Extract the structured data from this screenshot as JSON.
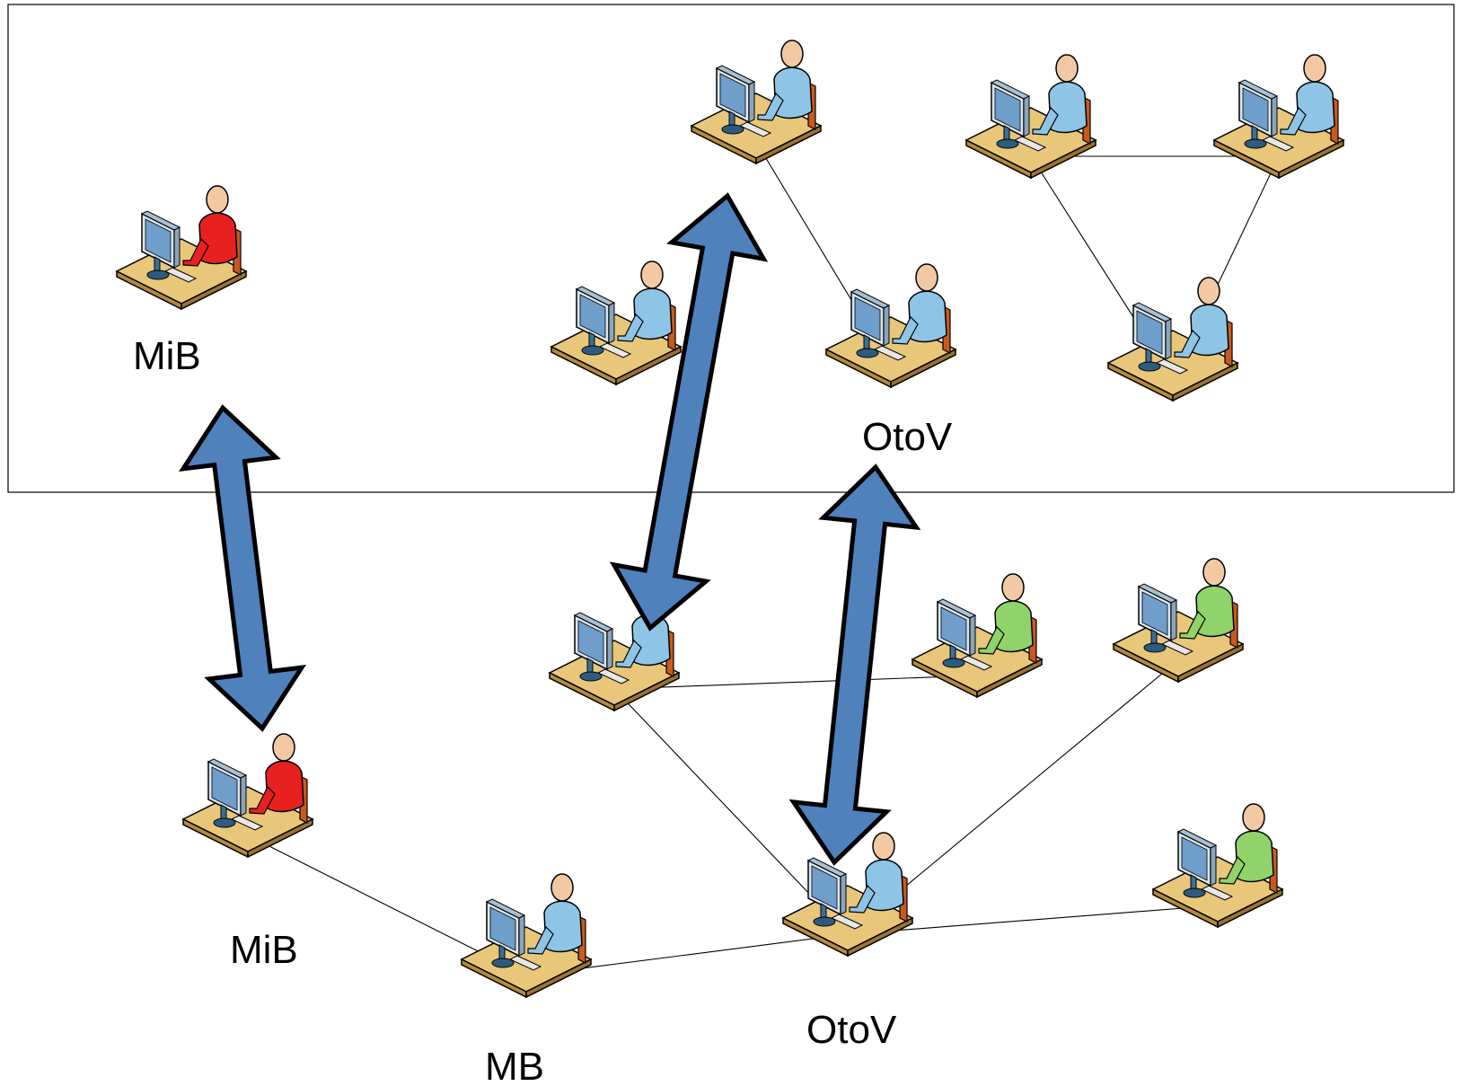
{
  "labels": {
    "upper_red": "MiB",
    "upper_otov": "OtoV",
    "lower_red": "MiB",
    "lower_mb": "MB",
    "lower_otov": "OtoV"
  },
  "colors": {
    "arrow_fill": "#4f81bd",
    "desk": "#e8c77a",
    "person_blue": "#8ec5e6",
    "person_red": "#e8201f",
    "person_green": "#8fd36a",
    "head": "#f3c9a3",
    "frame": "#000000"
  },
  "nodes": [
    {
      "id": "u-red",
      "person": "red",
      "icon": "workstation-user-icon"
    },
    {
      "id": "u-top",
      "person": "blue",
      "icon": "workstation-user-icon"
    },
    {
      "id": "u-mid",
      "person": "blue",
      "icon": "workstation-user-icon"
    },
    {
      "id": "u-otov",
      "person": "blue",
      "icon": "workstation-user-icon"
    },
    {
      "id": "u-tri-l",
      "person": "blue",
      "icon": "workstation-user-icon"
    },
    {
      "id": "u-tri-r",
      "person": "blue",
      "icon": "workstation-user-icon"
    },
    {
      "id": "u-tri-b",
      "person": "blue",
      "icon": "workstation-user-icon"
    },
    {
      "id": "l-a",
      "person": "blue",
      "icon": "workstation-user-icon"
    },
    {
      "id": "l-g1",
      "person": "green",
      "icon": "workstation-user-icon"
    },
    {
      "id": "l-g2",
      "person": "green",
      "icon": "workstation-user-icon"
    },
    {
      "id": "l-red",
      "person": "red",
      "icon": "workstation-user-icon"
    },
    {
      "id": "l-mb",
      "person": "blue",
      "icon": "workstation-user-icon"
    },
    {
      "id": "l-otov",
      "person": "blue",
      "icon": "workstation-user-icon"
    },
    {
      "id": "l-g3",
      "person": "green",
      "icon": "workstation-user-icon"
    }
  ],
  "edges": [
    [
      "u-top",
      "u-otov"
    ],
    [
      "u-tri-l",
      "u-tri-r"
    ],
    [
      "u-tri-l",
      "u-tri-b"
    ],
    [
      "u-tri-r",
      "u-tri-b"
    ],
    [
      "l-a",
      "l-g1"
    ],
    [
      "l-a",
      "l-otov"
    ],
    [
      "l-red",
      "l-mb"
    ],
    [
      "l-mb",
      "l-otov"
    ],
    [
      "l-otov",
      "l-g2"
    ],
    [
      "l-otov",
      "l-g3"
    ]
  ],
  "links": [
    [
      "u-red",
      "l-red"
    ],
    [
      "u-top",
      "l-a"
    ],
    [
      "u-otov",
      "l-otov"
    ]
  ]
}
